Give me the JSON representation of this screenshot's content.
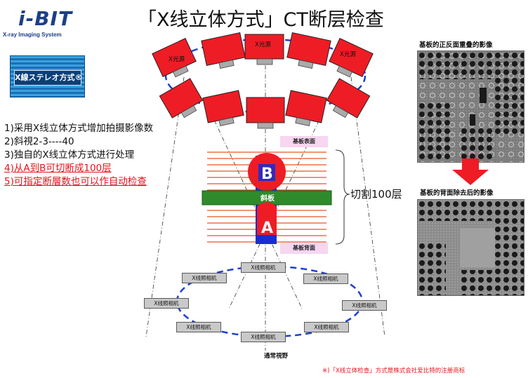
{
  "header": {
    "logo_text": "i-BIT",
    "logo_subtitle": "X-ray Imaging System",
    "title": "「X线立体方式」CT断层检查"
  },
  "badge": {
    "text": "X線ステレオ方式®"
  },
  "features": [
    {
      "text": "1)采用X线立体方式增加拍摄影像数",
      "highlight": false
    },
    {
      "text": "2)斜視2-3----40",
      "highlight": false
    },
    {
      "text": "3)独自的X线立体方式进行处理",
      "highlight": false
    },
    {
      "text": "4)从A到B可切断成100层",
      "highlight": true
    },
    {
      "text": "5)可指定断層数也可以作自动检查",
      "highlight": true
    }
  ],
  "diagram": {
    "xray_source_labels": [
      "X光源",
      "X光源",
      "X光源"
    ],
    "board_top_label": "基板表面",
    "board_bottom_label": "基板背面",
    "board_label": "斜板",
    "layer_top_letter": "B",
    "layer_bottom_letter": "A",
    "cut_label": "切割100层",
    "camera_labels": [
      "X线照相机",
      "X线照相机",
      "X线照相机",
      "X线照相机",
      "X线照相机",
      "X线照相机",
      "X线照相机",
      "X线照相机"
    ],
    "view_label": "通常視野"
  },
  "images": {
    "top_caption": "基板的正反面重叠的影像",
    "bottom_caption": "基板的背面除去后的影像"
  },
  "footnote": "※)「X线立体检查」方式是株式会社爱比特的注册商标",
  "colors": {
    "accent_red": "#e5141c",
    "source_red": "#ee1c25",
    "board_green": "#2f8a2c",
    "layer_blue": "#1a2ed0",
    "dashed_blue": "#1f3fd0",
    "tag_pink": "#f6d6f0",
    "logo_blue": "#1d3f86"
  }
}
